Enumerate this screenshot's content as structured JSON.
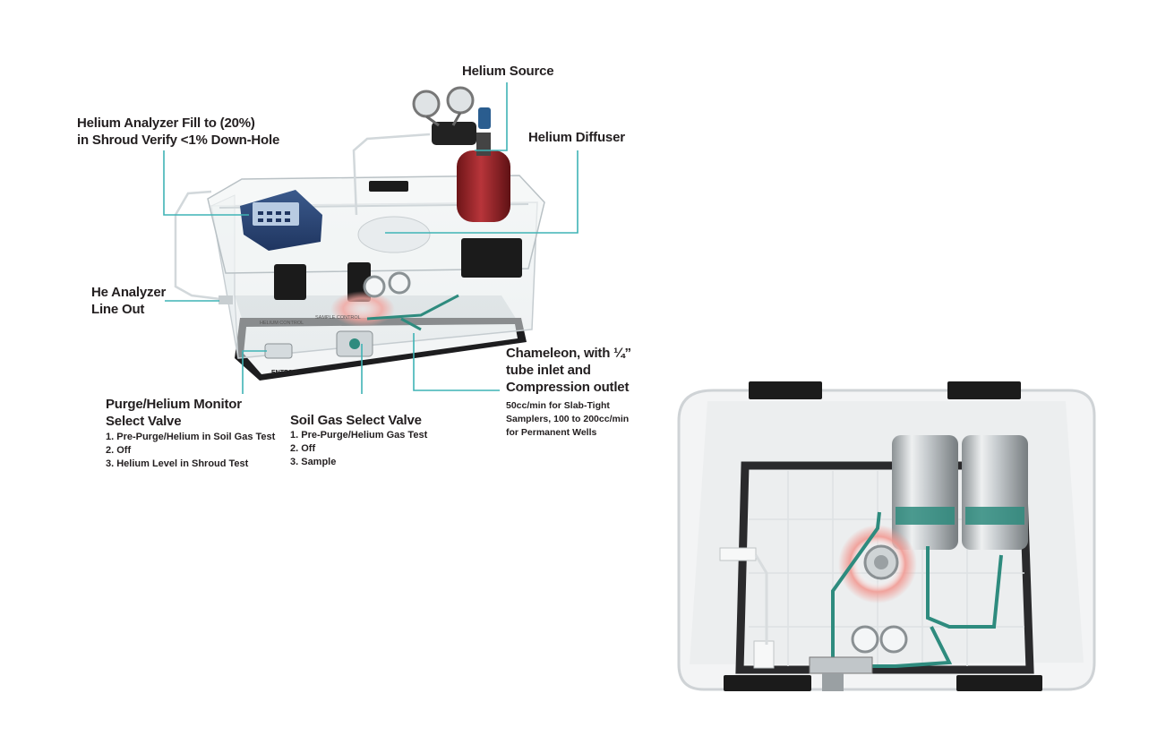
{
  "colors": {
    "leader": "#3fb3b5",
    "accent_teal": "#2e8b7e",
    "cylinder_red": "#9b2226",
    "panel_black": "#1b1b1b",
    "glow": "#f3a39d"
  },
  "callouts": {
    "helium_source": "Helium Source",
    "helium_analyzer_fill": [
      "Helium Analyzer Fill to (20%)",
      "in Shroud Verify <1% Down-Hole"
    ],
    "helium_diffuser": "Helium Diffuser",
    "he_analyzer_line_out": [
      "He Analyzer",
      "Line Out"
    ],
    "chameleon": [
      "Chameleon, with ¼”",
      "tube inlet and",
      "Compression outlet"
    ],
    "chameleon_notes": [
      "50cc/min for Slab-Tight",
      "Samplers, 100 to 200cc/min",
      "for Permanent Wells"
    ],
    "purge_helium_monitor": [
      "Purge/Helium Monitor",
      "Select Valve"
    ],
    "purge_helium_items": [
      "1. Pre-Purge/Helium in Soil Gas Test",
      "2. Off",
      "3. Helium Level in Shroud Test"
    ],
    "soil_gas_select": "Soil Gas Select Valve",
    "soil_gas_items": [
      "1. Pre-Purge/Helium Gas Test",
      "2. Off",
      "3. Sample"
    ]
  },
  "device_text": {
    "helium_control": "HELIUM CONTROL",
    "sample_control": "SAMPLE CONTROL",
    "brand": "ENTECH"
  }
}
